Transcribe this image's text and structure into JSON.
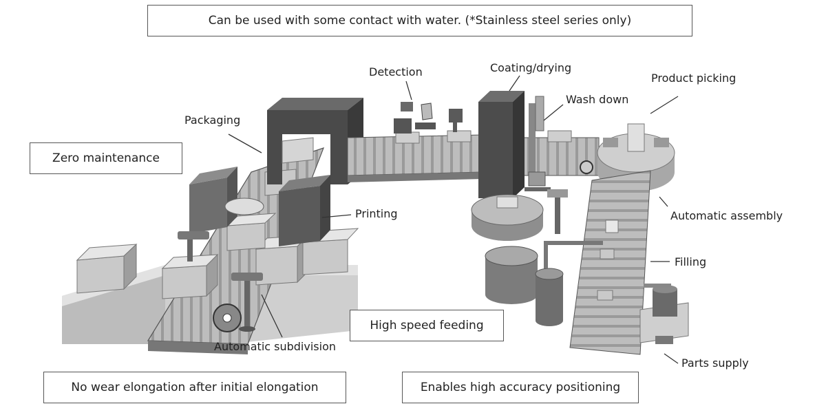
{
  "notes": {
    "water": "Can be used with some contact with water. (*Stainless steel series only)",
    "zero_maintenance": "Zero maintenance",
    "high_speed": "High speed feeding",
    "no_wear": "No wear elongation after initial elongation",
    "accuracy": "Enables high accuracy positioning"
  },
  "labels": {
    "detection": "Detection",
    "coating": "Coating/drying",
    "product_picking": "Product picking",
    "wash_down": "Wash down",
    "packaging": "Packaging",
    "printing": "Printing",
    "automatic_assembly": "Automatic assembly",
    "filling": "Filling",
    "automatic_subdivision": "Automatic subdivision",
    "parts_supply": "Parts supply"
  }
}
